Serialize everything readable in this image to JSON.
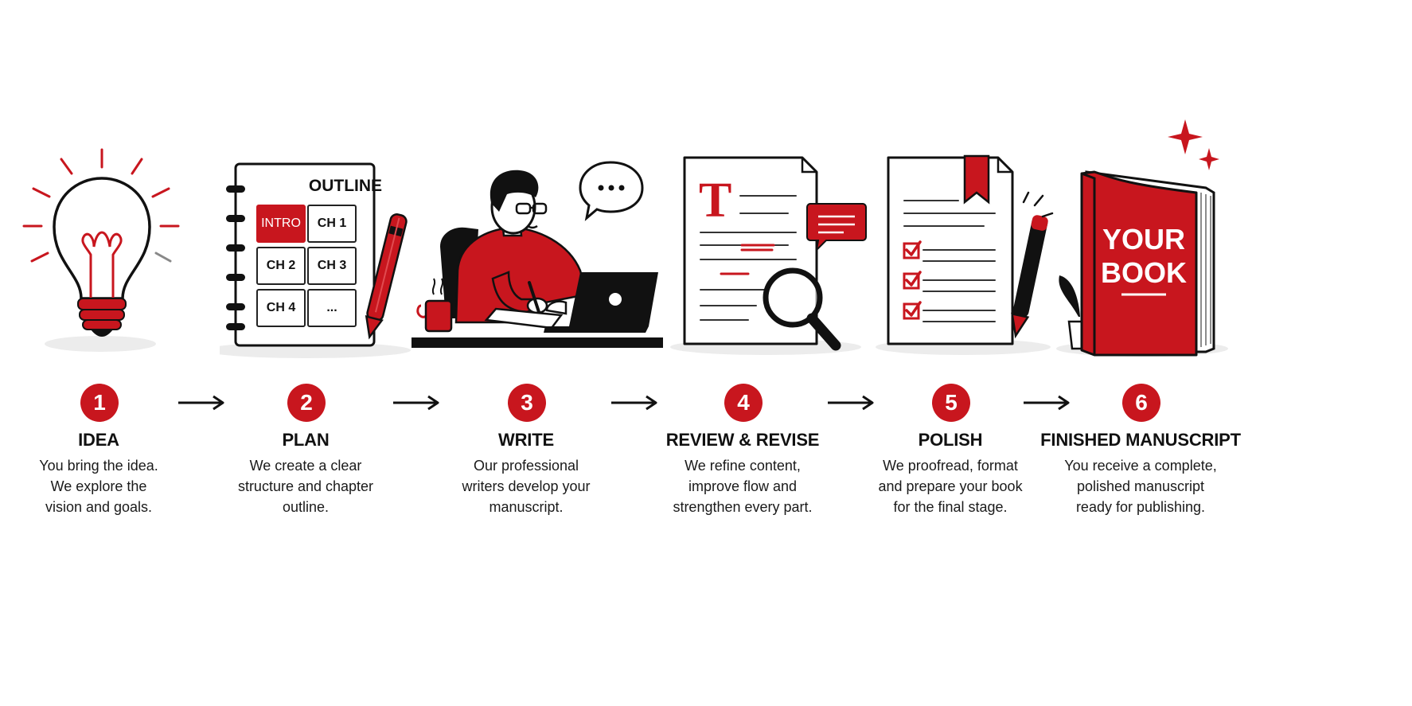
{
  "steps": [
    {
      "num": "1",
      "title": "IDEA",
      "desc": [
        "You bring the idea.",
        "We explore the",
        "vision and goals."
      ]
    },
    {
      "num": "2",
      "title": "PLAN",
      "desc": [
        "We create a clear",
        "structure and chapter",
        "outline."
      ]
    },
    {
      "num": "3",
      "title": "WRITE",
      "desc": [
        "Our professional",
        "writers develop your",
        "manuscript."
      ]
    },
    {
      "num": "4",
      "title": "REVIEW & REVISE",
      "desc": [
        "We refine content,",
        "improve flow and",
        "strengthen every part."
      ]
    },
    {
      "num": "5",
      "title": "POLISH",
      "desc": [
        "We proofread, format",
        "and prepare your book",
        "for the final stage."
      ]
    },
    {
      "num": "6",
      "title": "FINISHED MANUSCRIPT",
      "desc": [
        "You receive a complete,",
        "polished manuscript",
        "ready for publishing."
      ]
    }
  ],
  "outline": {
    "label": "OUTLINE",
    "boxes": [
      "INTRO",
      "CH 1",
      "CH 2",
      "CH 3",
      "CH 4",
      "..."
    ]
  },
  "review": {
    "letter": "T"
  },
  "book": {
    "line1": "YOUR",
    "line2": "BOOK"
  },
  "colors": {
    "accent": "#c8161e",
    "ink": "#141414",
    "shadow": "#ececec"
  },
  "icons": [
    "lightbulb-icon",
    "notebook-icon",
    "pen-icon",
    "writer-at-laptop-icon",
    "speech-bubble-icon",
    "coffee-mug-icon",
    "document-icon",
    "comment-icon",
    "magnifier-icon",
    "bookmark-icon",
    "checkbox-icon",
    "sparkle-icon",
    "plant-icon",
    "book-icon",
    "arrow-right-icon"
  ]
}
